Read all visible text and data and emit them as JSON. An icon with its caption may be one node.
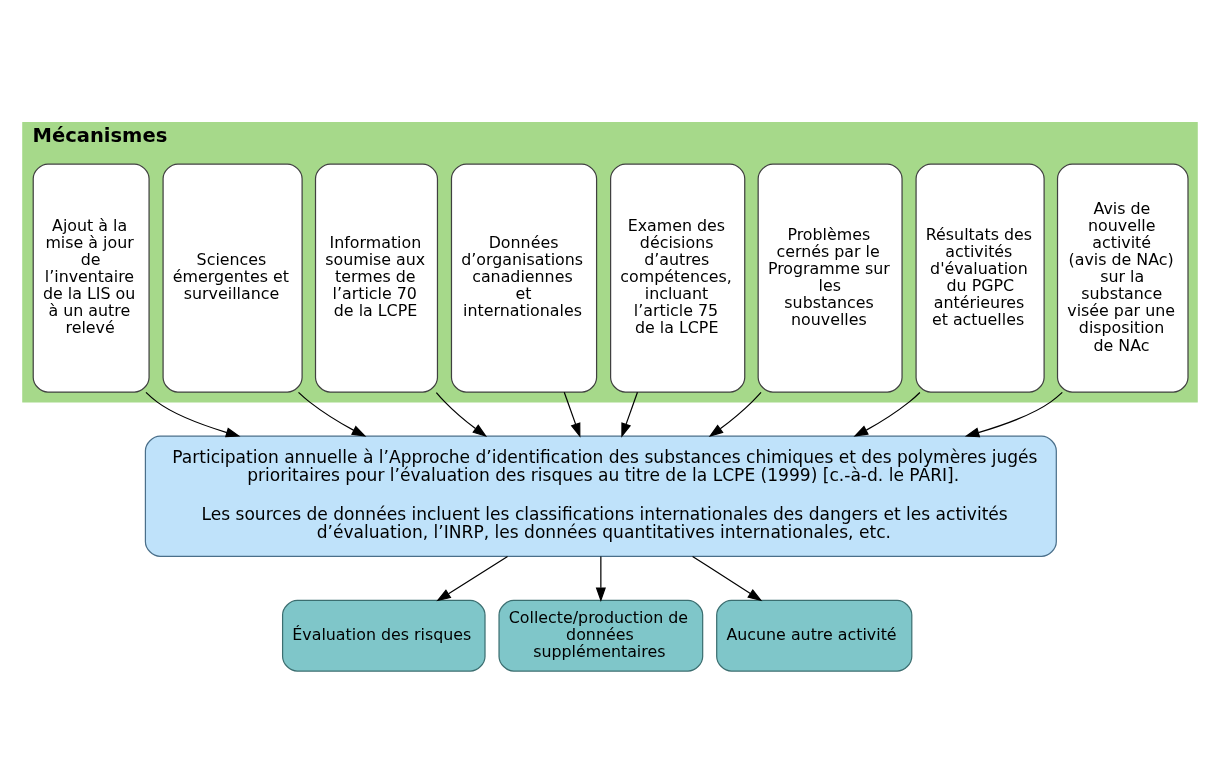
{
  "diagram": {
    "nodes": [
      {
        "text": [
          "Mécanismes"
        ]
      },
      {
        "text": [
          "Ajout à la mise à jour de l’inventaire de la LIS ou à un autre relevé"
        ],
        "in": 0
      },
      {
        "text": [
          "Sciences émergentes et surveillance"
        ],
        "in": 0
      },
      {
        "text": [
          "Information soumise aux termes de l’article 70 de la LCPE"
        ],
        "in": 0
      },
      {
        "text": [
          "Données d’organisations canadiennes et internationales"
        ],
        "in": 0
      },
      {
        "text": [
          "Examen des décisions d’autres compétences, incluant l’article 75 de la LCPE"
        ],
        "in": 0
      },
      {
        "text": [
          "Problèmes cernés par le Programme sur les substances nouvelles"
        ],
        "in": 0
      },
      {
        "text": [
          "Résultats des activités d'évaluation du PGPC antérieures et actuelles"
        ],
        "in": 0
      },
      {
        "text": [
          "Avis de nouvelle activité (avis de NAc) sur la substance visée par une disposition de NAc"
        ],
        "in": 0
      },
      {
        "text": [
          "Participation annuelle à l’Approche d’identification des substances chimiques et des polymères jugés prioritaires pour l’évaluation des risques au titre de la LCPE (1999) [c.-à-d. le PARI].",
          "Les sources de données incluent les classifications internationales des dangers et les activités d’évaluation, l’INRP, les données quantitatives internationales, etc."
        ]
      },
      {
        "text": [
          "Évaluation des risques"
        ]
      },
      {
        "text": [
          "Collecte/production de données supplémentaires"
        ]
      },
      {
        "text": [
          "Aucune autre activité"
        ]
      }
    ],
    "edges": [
      {
        "from": 1,
        "to": 9,
        "arrow": "to"
      },
      {
        "from": 2,
        "to": 9,
        "arrow": "to"
      },
      {
        "from": 3,
        "to": 9,
        "arrow": "to"
      },
      {
        "from": 4,
        "to": 9,
        "arrow": "to"
      },
      {
        "from": 5,
        "to": 9,
        "arrow": "to"
      },
      {
        "from": 6,
        "to": 9,
        "arrow": "to"
      },
      {
        "from": 7,
        "to": 9,
        "arrow": "to"
      },
      {
        "from": 8,
        "to": 9,
        "arrow": "to"
      },
      {
        "from": 9,
        "to": 10,
        "arrow": "to"
      },
      {
        "from": 9,
        "to": 11,
        "arrow": "to"
      },
      {
        "from": 9,
        "to": 12,
        "arrow": "to"
      }
    ]
  }
}
